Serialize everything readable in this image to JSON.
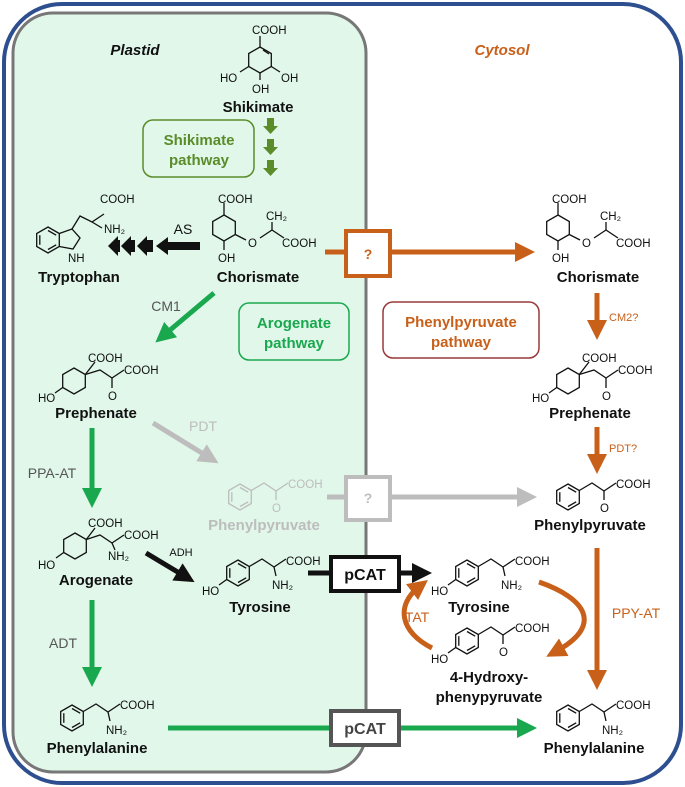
{
  "compartments": {
    "plastid": "Plastid",
    "cytosol": "Cytosol"
  },
  "pathways": {
    "shikimate": {
      "line1": "Shikimate",
      "line2": "pathway"
    },
    "arogenate": {
      "line1": "Arogenate",
      "line2": "pathway"
    },
    "phenylpyruvate": {
      "line1": "Phenylpyruvate",
      "line2": "pathway"
    }
  },
  "compounds": {
    "shikimate": "Shikimate",
    "chorismate_plastid": "Chorismate",
    "tryptophan": "Tryptophan",
    "prephenate_plastid": "Prephenate",
    "phenylpyruvate_plastid": "Phenylpyruvate",
    "arogenate": "Arogenate",
    "tyrosine_plastid": "Tyrosine",
    "phenylalanine_plastid": "Phenylalanine",
    "chorismate_cytosol": "Chorismate",
    "prephenate_cytosol": "Prephenate",
    "phenylpyruvate_cytosol": "Phenylpyruvate",
    "tyrosine_cytosol": "Tyrosine",
    "hpp_line1": "4-Hydroxy-",
    "hpp_line2": "phenypyruvate",
    "phenylalanine_cytosol": "Phenylalanine"
  },
  "enzymes": {
    "as": "AS",
    "cm1": "CM1",
    "pdt": "PDT",
    "ppa_at": "PPA-AT",
    "adh": "ADH",
    "adt": "ADT",
    "cm2": "CM2?",
    "pdt_q": "PDT?",
    "tat": "TAT",
    "ppy_at": "PPY-AT"
  },
  "transporters": {
    "unknown": "?",
    "pcat": "pCAT"
  },
  "atoms": {
    "cooh": "COOH",
    "oh": "OH",
    "ho": "HO",
    "nh2": "NH₂",
    "nh": "NH",
    "o": "O",
    "ch2": "CH₂"
  },
  "colors": {
    "outer_border": "#2e4f8f",
    "plastid_fill": "#e0f7ea",
    "plastid_border": "#777777",
    "arogenate_green": "#1aa84f",
    "shikimate_green": "#5b8c2a",
    "cytosol_orange": "#c8601a",
    "inactive_grey": "#bdbdbd",
    "phenylpyruvate_box_border": "#9a3838"
  }
}
